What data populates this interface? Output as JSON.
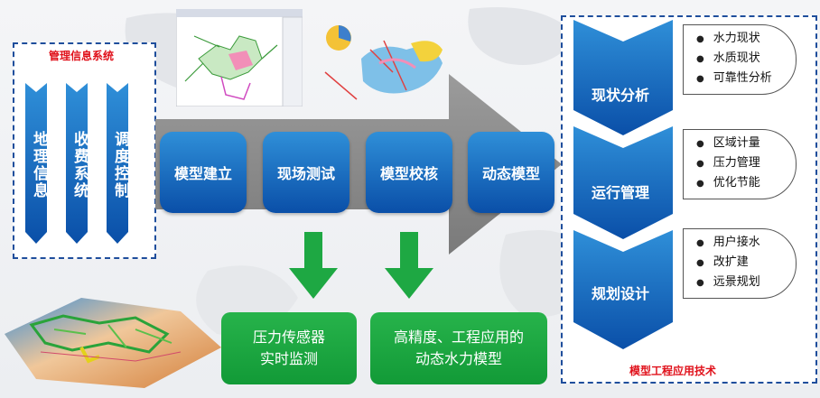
{
  "left_panel": {
    "title": "管理信息系统",
    "columns": [
      "地理信息",
      "收费系统",
      "调度控制"
    ]
  },
  "process": {
    "steps": [
      "模型建立",
      "现场测试",
      "模型校核",
      "动态模型"
    ]
  },
  "outputs": {
    "left": [
      "压力传感器",
      "实时监测"
    ],
    "right": [
      "高精度、工程应用的",
      "动态水力模型"
    ]
  },
  "right_panel": {
    "title": "模型工程应用技术",
    "stages": [
      {
        "label": "现状分析",
        "bullets": [
          "水力现状",
          "水质现状",
          "可靠性分析"
        ]
      },
      {
        "label": "运行管理",
        "bullets": [
          "区域计量",
          "压力管理",
          "优化节能"
        ]
      },
      {
        "label": "规划设计",
        "bullets": [
          "用户接水",
          "改扩建",
          "远景规划"
        ]
      }
    ]
  },
  "colors": {
    "blue_dark": "#0a4fa8",
    "blue_light": "#2f8fd8",
    "green": "#1ea843",
    "arrow_gray": "#8c8c8c",
    "title_red": "#e0111b"
  }
}
